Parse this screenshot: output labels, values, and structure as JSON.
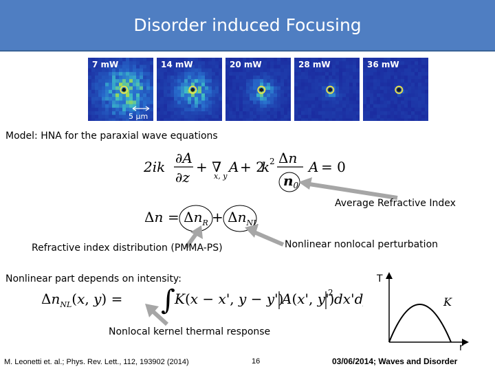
{
  "title": "Disorder induced Focusing",
  "panels": [
    {
      "label": "7 mW"
    },
    {
      "label": "14 mW"
    },
    {
      "label": "20 mW"
    },
    {
      "label": "28 mW"
    },
    {
      "label": "36 mW"
    }
  ],
  "scale_label": "5 µm",
  "model_text": "Model: HNA for the paraxial wave equations",
  "annotations": {
    "avg_index": "Average Refractive Index",
    "refractive_dist": "Refractive index distribution (PMMA-PS)",
    "nonlinear_pert": "Nonlinear nonlocal perturbation",
    "nonlinear_part": "Nonlinear part depends on intensity:",
    "kernel": "Nonlocal kernel thermal response"
  },
  "graph": {
    "y_label": "T",
    "x_label": "r",
    "curve_label": "K"
  },
  "footer": {
    "citation": "M. Leonetti et. al.; Phys. Rev. Lett., 112, 193902 (2014)",
    "page_number": "16",
    "date_event": "03/06/2014; Waves and Disorder"
  },
  "colors": {
    "title_bg": "#4f7ec2",
    "arrow": "#a6a6a6",
    "panel_bg": "#1d2fa6"
  }
}
